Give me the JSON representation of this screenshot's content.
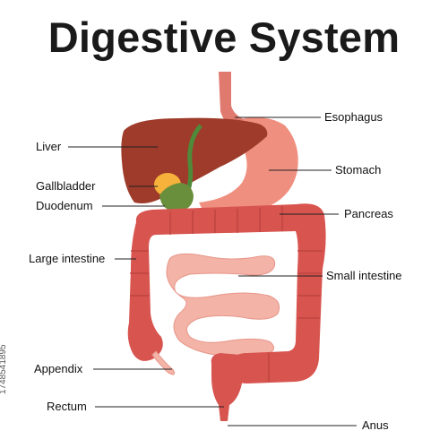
{
  "title": "Digestive System",
  "side_note": "1748541895",
  "colors": {
    "liver": "#9e3b2a",
    "gallbladder": "#f6b23a",
    "duodenum": "#6a8f3c",
    "bile_duct": "#4f8a3a",
    "esophagus": "#e07a6e",
    "stomach": "#ef8f80",
    "large_intestine": "#d8544f",
    "small_intestine": "#f3b3a6",
    "rectum": "#d8544f",
    "label_text": "#111111",
    "leader_line": "#222222"
  },
  "labels": {
    "esophagus": "Esophagus",
    "liver": "Liver",
    "stomach": "Stomach",
    "gallbladder": "Gallbladder",
    "duodenum": "Duodenum",
    "pancreas": "Pancreas",
    "large_intestine": "Large intestine",
    "small_intestine": "Small intestine",
    "appendix": "Appendix",
    "rectum": "Rectum",
    "anus": "Anus"
  }
}
